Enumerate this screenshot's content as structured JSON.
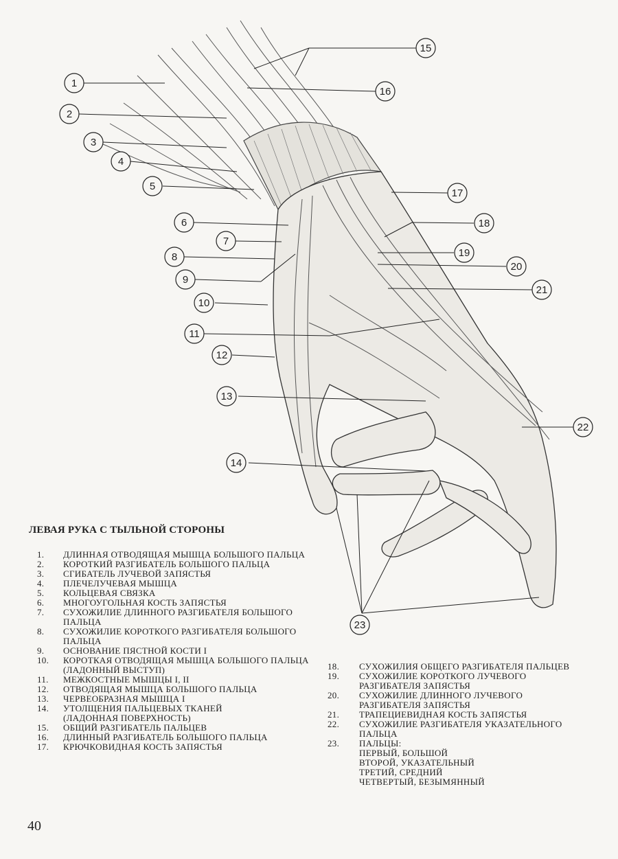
{
  "title": "ЛЕВАЯ РУКА С ТЫЛЬНОЙ СТОРОНЫ",
  "page_number": "40",
  "callouts": [
    "1",
    "2",
    "3",
    "4",
    "5",
    "6",
    "7",
    "8",
    "9",
    "10",
    "11",
    "12",
    "13",
    "14",
    "15",
    "16",
    "17",
    "18",
    "19",
    "20",
    "21",
    "22",
    "23"
  ],
  "legend_left": [
    {
      "num": "1.",
      "text": "ДЛИННАЯ ОТВОДЯЩАЯ МЫШЦА БОЛЬШОГО ПАЛЬЦА"
    },
    {
      "num": "2.",
      "text": "КОРОТКИЙ РАЗГИБАТЕЛЬ БОЛЬШОГО ПАЛЬЦА"
    },
    {
      "num": "3.",
      "text": "СГИБАТЕЛЬ ЛУЧЕВОЙ ЗАПЯСТЬЯ"
    },
    {
      "num": "4.",
      "text": "ПЛЕЧЕЛУЧЕВАЯ МЫШЦА"
    },
    {
      "num": "5.",
      "text": "КОЛЬЦЕВАЯ СВЯЗКА"
    },
    {
      "num": "6.",
      "text": "МНОГОУГОЛЬНАЯ КОСТЬ ЗАПЯСТЬЯ"
    },
    {
      "num": "7.",
      "text": "СУХОЖИЛИЕ ДЛИННОГО РАЗГИБАТЕЛЯ БОЛЬШОГО ПАЛЬЦА"
    },
    {
      "num": "8.",
      "text": "СУХОЖИЛИЕ КОРОТКОГО РАЗГИБАТЕЛЯ БОЛЬШОГО ПАЛЬЦА"
    },
    {
      "num": "9.",
      "text": "ОСНОВАНИЕ ПЯСТНОЙ КОСТИ I"
    },
    {
      "num": "10.",
      "text": "КОРОТКАЯ ОТВОДЯЩАЯ МЫШЦА БОЛЬШОГО ПАЛЬЦА (ЛАДОННЫЙ ВЫСТУП)"
    },
    {
      "num": "11.",
      "text": "МЕЖКОСТНЫЕ МЫШЦЫ I, II"
    },
    {
      "num": "12.",
      "text": "ОТВОДЯЩАЯ МЫШЦА БОЛЬШОГО ПАЛЬЦА"
    },
    {
      "num": "13.",
      "text": "ЧЕРВЕОБРАЗНАЯ МЫШЦА I"
    },
    {
      "num": "14.",
      "text": "УТОЛЩЕНИЯ ПАЛЬЦЕВЫХ ТКАНЕЙ\n(ЛАДОННАЯ ПОВЕРХНОСТЬ)"
    },
    {
      "num": "15.",
      "text": "ОБЩИЙ РАЗГИБАТЕЛЬ ПАЛЬЦЕВ"
    },
    {
      "num": "16.",
      "text": "ДЛИННЫЙ РАЗГИБАТЕЛЬ БОЛЬШОГО ПАЛЬЦА"
    },
    {
      "num": "17.",
      "text": "КРЮЧКОВИДНАЯ КОСТЬ ЗАПЯСТЬЯ"
    }
  ],
  "legend_right": [
    {
      "num": "18.",
      "text": "СУХОЖИЛИЯ ОБЩЕГО РАЗГИБАТЕЛЯ ПАЛЬЦЕВ"
    },
    {
      "num": "19.",
      "text": "СУХОЖИЛИЕ КОРОТКОГО ЛУЧЕВОГО РАЗГИБАТЕЛЯ ЗАПЯСТЬЯ"
    },
    {
      "num": "20.",
      "text": "СУХОЖИЛИЕ ДЛИННОГО ЛУЧЕВОГО РАЗГИБАТЕЛЯ ЗАПЯСТЬЯ"
    },
    {
      "num": "21.",
      "text": "ТРАПЕЦИЕВИДНАЯ КОСТЬ ЗАПЯСТЬЯ"
    },
    {
      "num": "22.",
      "text": "СУХОЖИЛИЕ РАЗГИБАТЕЛЯ УКАЗАТЕЛЬНОГО ПАЛЬЦА"
    },
    {
      "num": "23.",
      "text": "ПАЛЬЦЫ:\nПЕРВЫЙ, БОЛЬШОЙ\nВТОРОЙ, УКАЗАТЕЛЬНЫЙ\nТРЕТИЙ, СРЕДНИЙ\nЧЕТВЕРТЫЙ, БЕЗЫМЯННЫЙ"
    }
  ]
}
